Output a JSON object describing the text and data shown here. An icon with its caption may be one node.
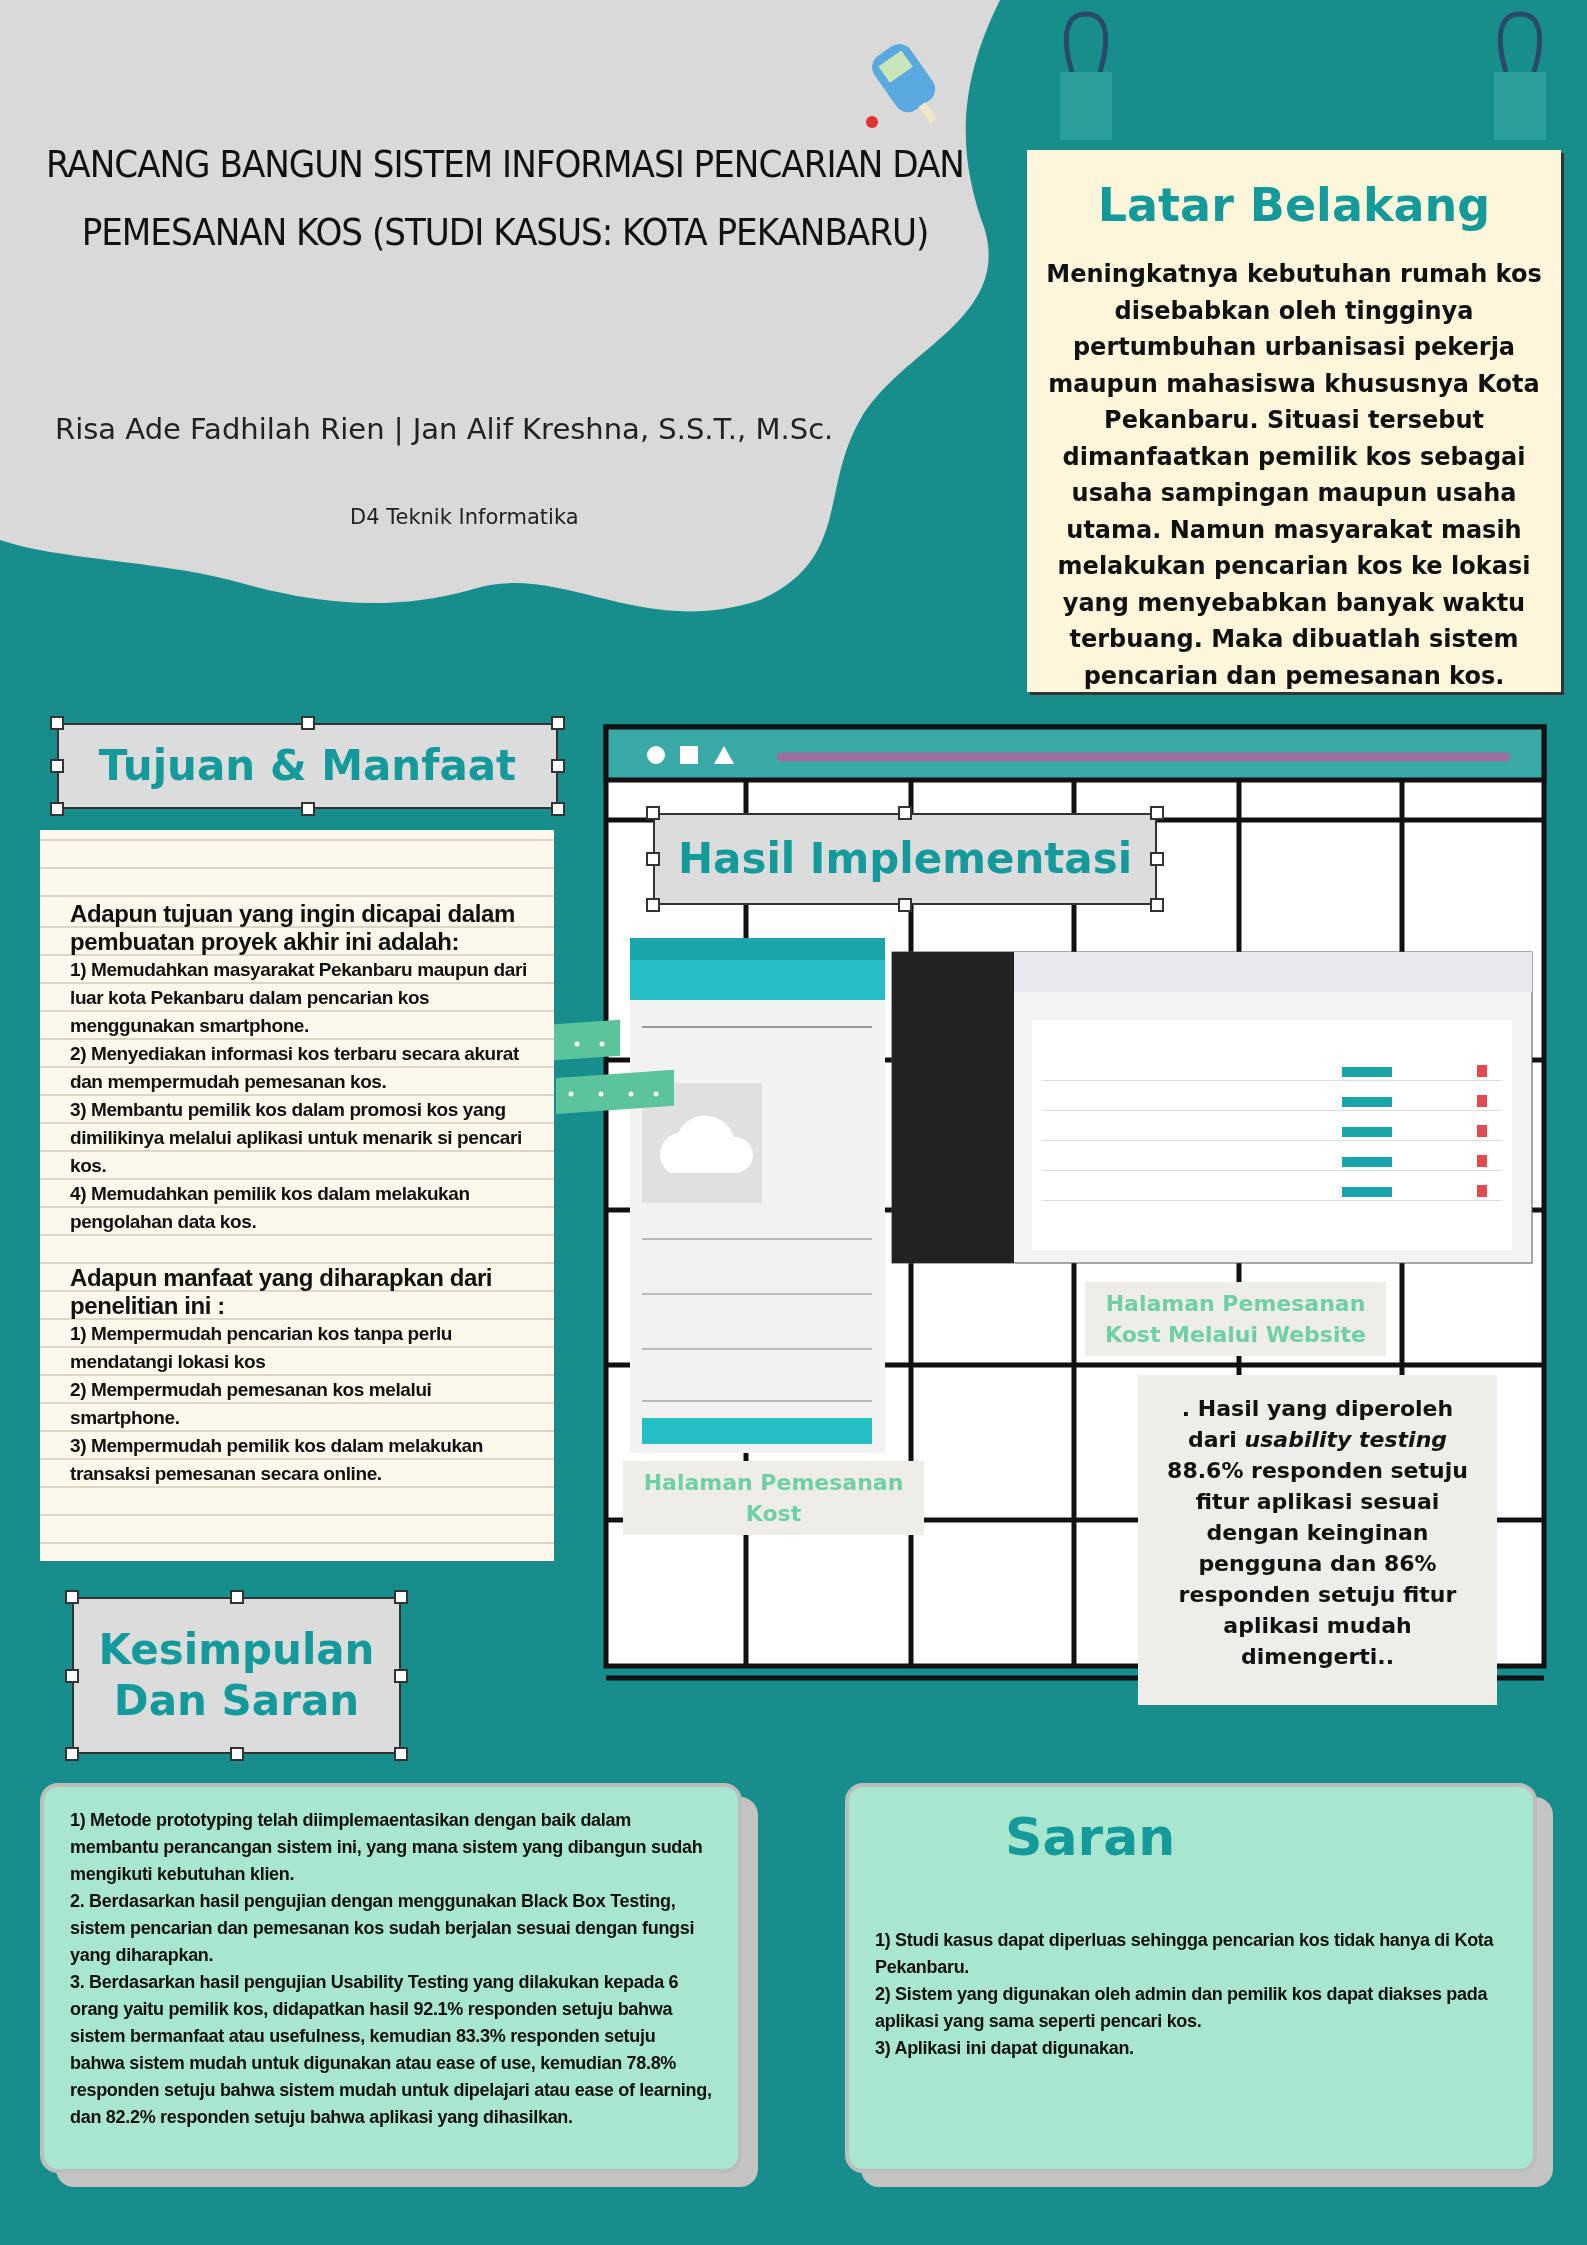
{
  "diagram": {
    "title": "RANCANG BANGUN SISTEM INFORMASI PENCARIAN DAN PEMESANAN KOS (STUDI KASUS: KOTA PEKANBARU)",
    "nodes": [
      {
        "text": [
          "Latar Belakang",
          "Meningkatnya kebutuhan rumah kos disebabkan oleh tingginya pertumbuhan urbanisasi pekerja maupun mahasiswa khususnya Kota Pekanbaru. Situasi tersebut dimanfaatkan pemilik kos sebagai usaha sampingan maupun usaha utama. Namun masyarakat masih melakukan pencarian kos ke lokasi yang menyebabkan banyak waktu terbuang. Maka dibuatlah sistem pencarian dan pemesanan kos."
        ]
      },
      {
        "text": [
          "Tujuan & Manfaat"
        ]
      },
      {
        "text": [
          "Adapun tujuan yang ingin dicapai dalam pembuatan proyek akhir ini adalah:",
          "1) Memudahkan masyarakat  Pekanbaru maupun dari luar kota Pekanbaru dalam pencarian kos menggunakan smartphone.",
          "2) Menyediakan informasi kos terbaru secara akurat dan mempermudah pemesanan kos.",
          "3)  Membantu pemilik kos dalam promosi kos yang dimilikinya melalui aplikasi untuk menarik si pencari kos.",
          "4) Memudahkan pemilik kos dalam melakukan pengolahan data kos.",
          "Adapun manfaat yang diharapkan dari penelitian ini  :",
          "1) Mempermudah pencarian kos tanpa perlu mendatangi lokasi kos",
          "2) Mempermudah pemesanan kos melalui smartphone.",
          "3) Mempermudah pemilik kos dalam melakukan transaksi pemesanan secara online."
        ]
      },
      {
        "text": [
          "Hasil Implementasi"
        ]
      },
      {
        "text": [
          "Halaman Pemesanan Kost"
        ]
      },
      {
        "text": [
          "Halaman Pemesanan Kost Melalui Website"
        ]
      },
      {
        "text": [
          ". Hasil yang diperoleh dari *usability testing*  88.6% responden setuju fitur aplikasi sesuai dengan keinginan pengguna dan 86% responden setuju fitur aplikasi mudah dimengerti.."
        ]
      },
      {
        "text": [
          "Kesimpulan Dan Saran"
        ]
      },
      {
        "text": [
          "1) Metode prototyping telah diimplemaentasikan dengan baik dalam membantu perancangan sistem ini, yang mana sistem yang dibangun sudah mengikuti kebutuhan klien.",
          "2. Berdasarkan hasil pengujian dengan menggunakan Black Box Testing, sistem pencarian dan pemesanan kos sudah berjalan sesuai dengan fungsi yang diharapkan.",
          "3. Berdasarkan hasil pengujian Usability Testing yang dilakukan kepada 6 orang yaitu pemilik kos, didapatkan hasil 92.1% responden setuju bahwa sistem bermanfaat atau usefulness, kemudian 83.3% responden setuju bahwa sistem mudah untuk digunakan atau ease of use, kemudian 78.8% responden setuju bahwa sistem mudah untuk dipelajari atau ease of learning, dan 82.2% responden setuju bahwa aplikasi yang dihasilkan."
        ]
      },
      {
        "text": [
          "Saran",
          "1) Studi kasus dapat diperluas sehingga pencarian kos tidak hanya di Kota Pekanbaru.",
          "2) Sistem yang digunakan oleh admin dan pemilik kos dapat diakses pada aplikasi yang sama seperti pencari kos.",
          "3)  Aplikasi ini dapat digunakan."
        ]
      }
    ],
    "labels": [
      "Risa Ade Fadhilah Rien | Jan Alif Kreshna, S.S.T., M.Sc.",
      "D4 Teknik Informatika"
    ]
  }
}
